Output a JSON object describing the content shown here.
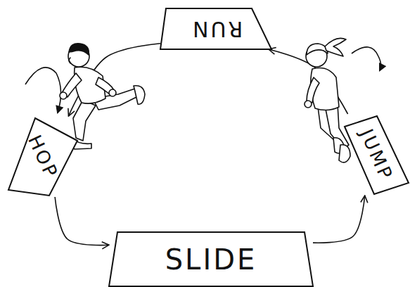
{
  "diagram": {
    "nodes": [
      {
        "text": [
          "RUN"
        ]
      },
      {
        "text": [
          "HOP"
        ]
      },
      {
        "text": [
          "JUMP"
        ]
      },
      {
        "text": [
          "SLIDE"
        ]
      }
    ],
    "edges": [
      {
        "from": 0,
        "to": 1,
        "arrow": "to"
      },
      {
        "from": 1,
        "to": 3,
        "arrow": "to"
      },
      {
        "from": 3,
        "to": 2,
        "arrow": "to"
      },
      {
        "from": 2,
        "to": 0,
        "arrow": "to"
      }
    ]
  }
}
